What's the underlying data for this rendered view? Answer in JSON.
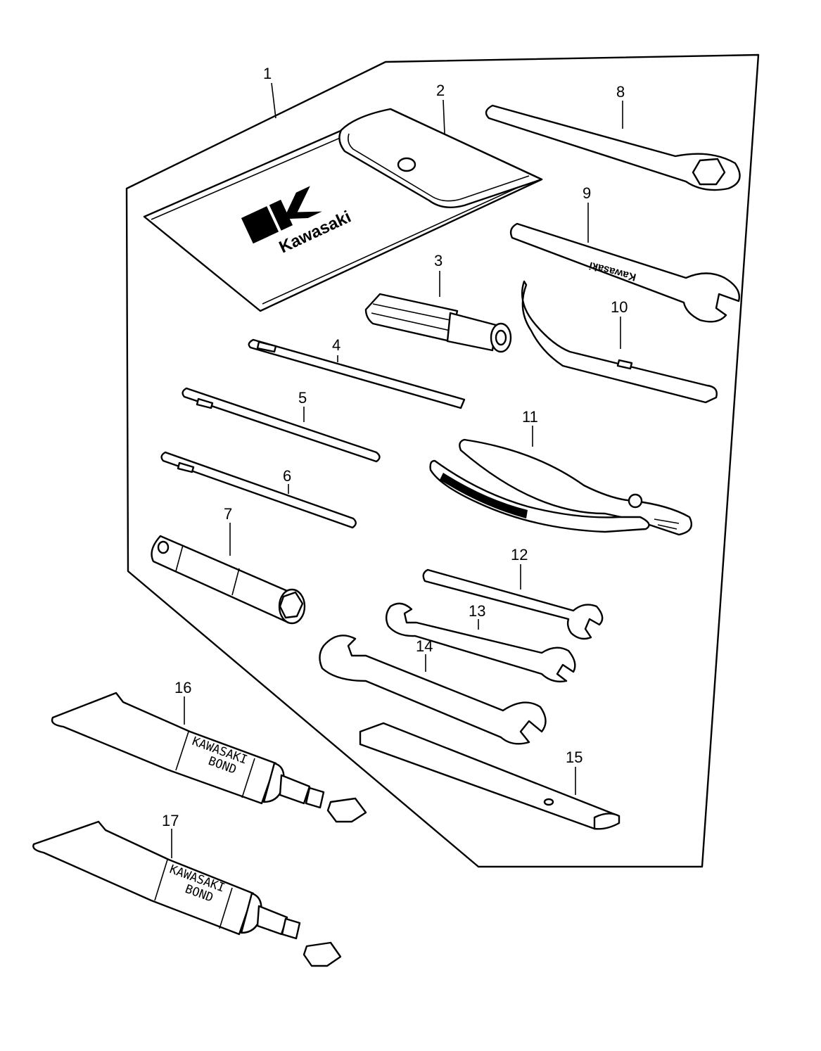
{
  "diagram": {
    "callouts": [
      "1",
      "2",
      "3",
      "4",
      "5",
      "6",
      "7",
      "8",
      "9",
      "10",
      "11",
      "12",
      "13",
      "14",
      "15",
      "16",
      "17"
    ],
    "logo_text": "Kawasaki",
    "tube_label_line1": "KAWASAKI",
    "tube_label_line2": "BOND"
  }
}
